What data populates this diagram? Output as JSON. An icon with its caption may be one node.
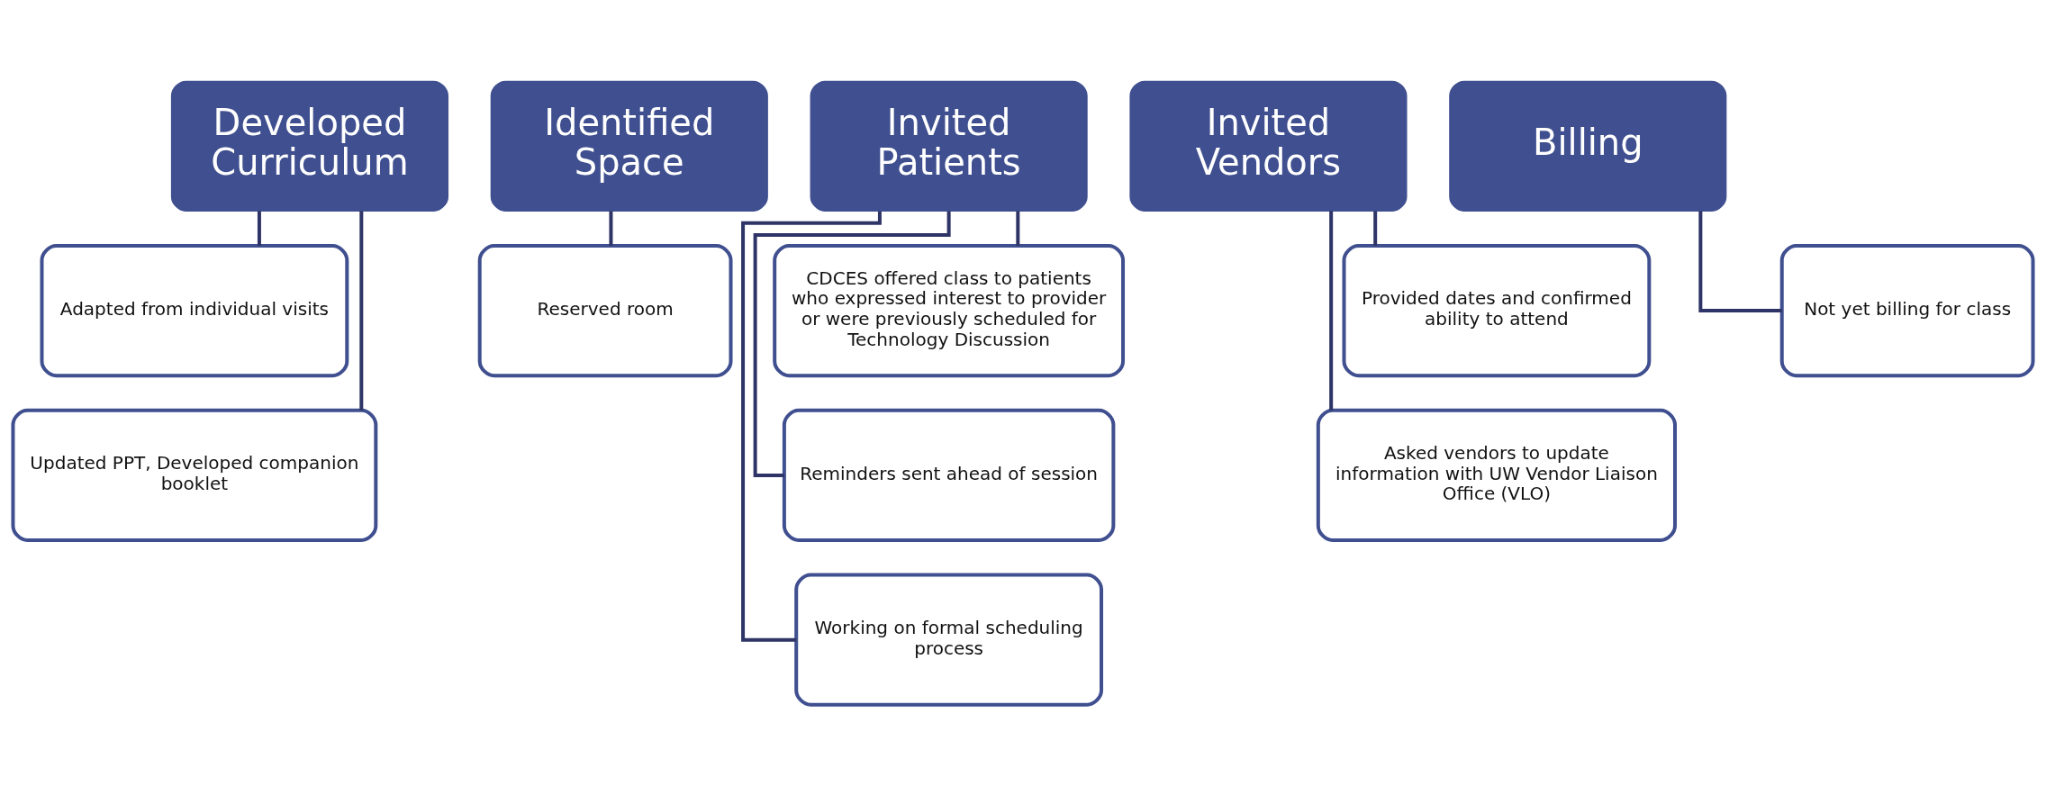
{
  "diagram": {
    "nodes": [
      {
        "text": [
          "Developed Curriculum"
        ]
      },
      {
        "text": [
          "Adapted from individual visits"
        ]
      },
      {
        "text": [
          "Updated PPT, Developed companion booklet"
        ]
      },
      {
        "text": [
          "Identified Space"
        ]
      },
      {
        "text": [
          "Reserved room"
        ]
      },
      {
        "text": [
          "Invited Patients"
        ]
      },
      {
        "text": [
          "CDCES offered class to patients who expressed interest to provider or were previously scheduled for Technology Discussion"
        ]
      },
      {
        "text": [
          "Reminders sent ahead of session"
        ]
      },
      {
        "text": [
          "Working on formal scheduling process"
        ]
      },
      {
        "text": [
          "Invited Vendors"
        ]
      },
      {
        "text": [
          "Provided dates and confirmed ability to attend"
        ]
      },
      {
        "text": [
          "Asked vendors to update information with UW Vendor Liaison Office (VLO)"
        ]
      },
      {
        "text": [
          "Billing"
        ]
      },
      {
        "text": [
          "Not yet billing for class"
        ]
      }
    ],
    "edges": [
      {
        "from": 0,
        "to": 1,
        "arrow": "none"
      },
      {
        "from": 0,
        "to": 2,
        "arrow": "none"
      },
      {
        "from": 3,
        "to": 4,
        "arrow": "none"
      },
      {
        "from": 5,
        "to": 6,
        "arrow": "none"
      },
      {
        "from": 5,
        "to": 7,
        "arrow": "none"
      },
      {
        "from": 5,
        "to": 8,
        "arrow": "none"
      },
      {
        "from": 9,
        "to": 10,
        "arrow": "none"
      },
      {
        "from": 9,
        "to": 11,
        "arrow": "none"
      },
      {
        "from": 12,
        "to": 13,
        "arrow": "none"
      }
    ]
  }
}
